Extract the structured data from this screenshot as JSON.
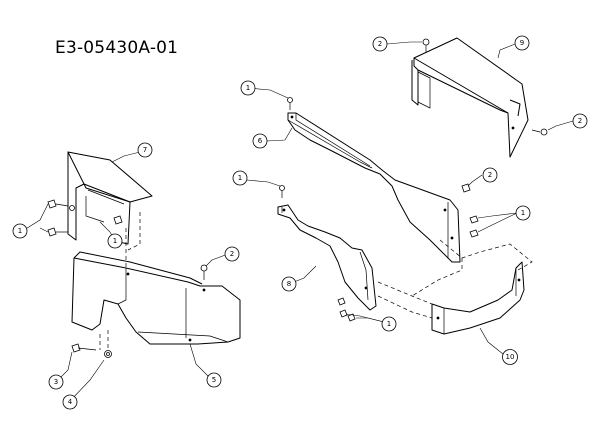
{
  "diagram": {
    "title": "E3-05430A-01",
    "callouts": [
      {
        "id": "c9",
        "label": "9"
      },
      {
        "id": "c2a",
        "label": "2"
      },
      {
        "id": "c1a",
        "label": "1"
      },
      {
        "id": "c2b",
        "label": "2"
      },
      {
        "id": "c6",
        "label": "6"
      },
      {
        "id": "c7",
        "label": "7"
      },
      {
        "id": "c1b",
        "label": "1"
      },
      {
        "id": "c2c",
        "label": "2"
      },
      {
        "id": "c1c",
        "label": "1"
      },
      {
        "id": "c1d",
        "label": "1"
      },
      {
        "id": "c1e",
        "label": "1"
      },
      {
        "id": "c2d",
        "label": "2"
      },
      {
        "id": "c8",
        "label": "8"
      },
      {
        "id": "c1f",
        "label": "1"
      },
      {
        "id": "c10",
        "label": "10"
      },
      {
        "id": "c3",
        "label": "3"
      },
      {
        "id": "c4",
        "label": "4"
      },
      {
        "id": "c5",
        "label": "5"
      }
    ]
  }
}
